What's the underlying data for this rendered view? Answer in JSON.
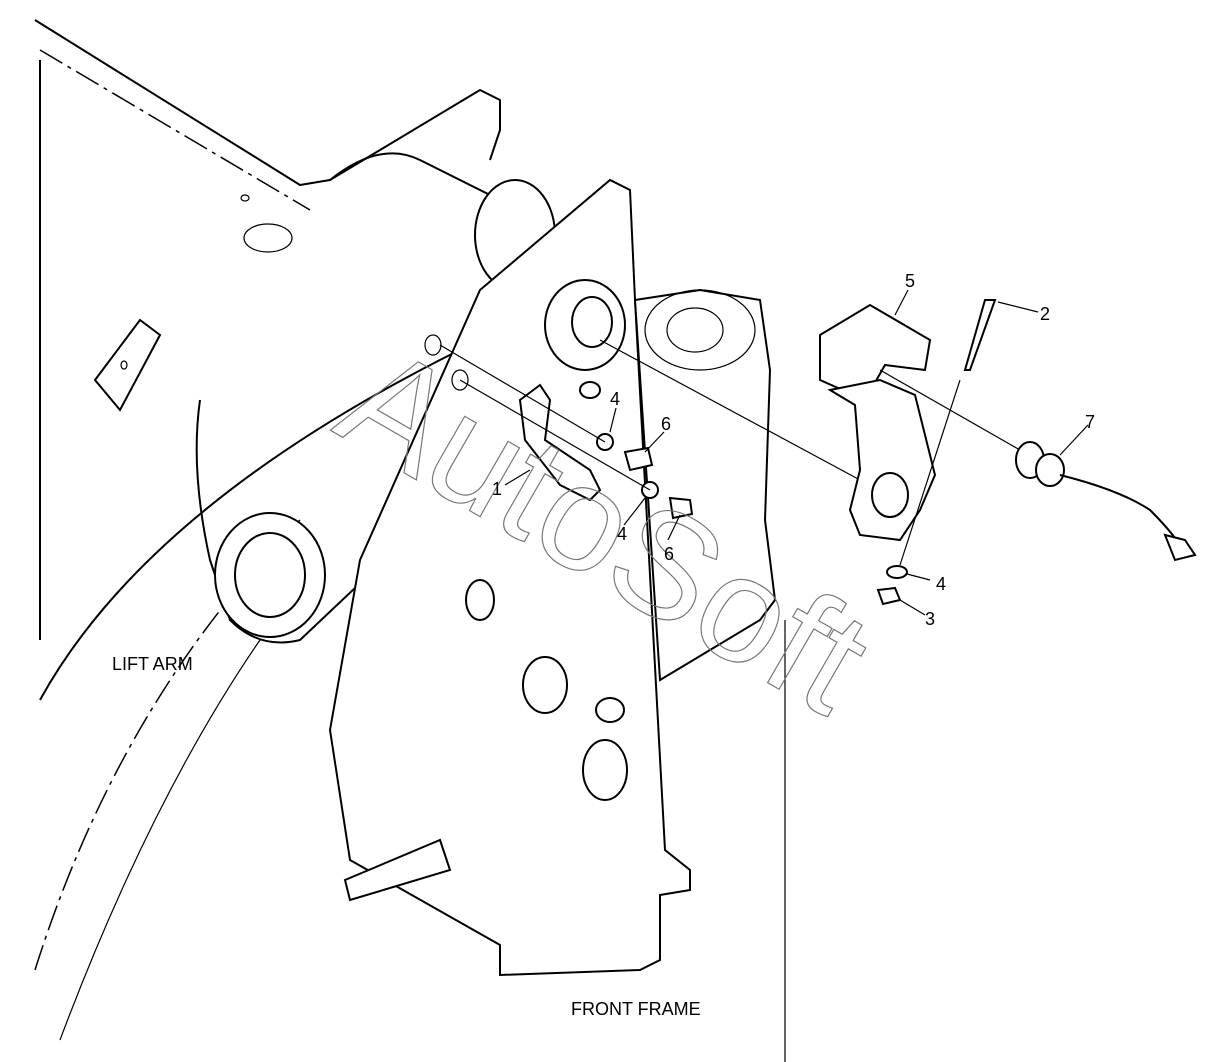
{
  "labels": {
    "lift_arm": "LIFT ARM",
    "front_frame": "FRONT FRAME"
  },
  "callouts": [
    "1",
    "2",
    "3",
    "4",
    "4",
    "4",
    "5",
    "6",
    "6",
    "7"
  ],
  "watermark": "AutoSoft"
}
